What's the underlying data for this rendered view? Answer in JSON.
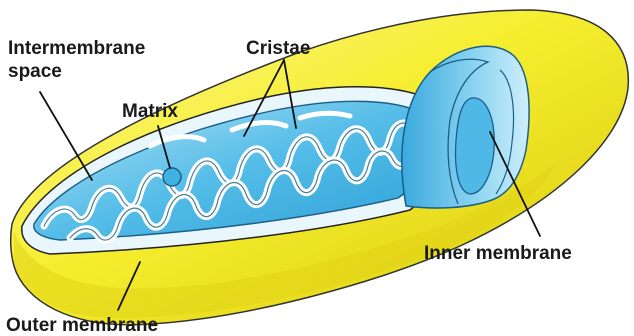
{
  "labels": {
    "intermembrane_line1": "Intermembrane",
    "intermembrane_line2": "space",
    "cristae": "Cristae",
    "matrix": "Matrix",
    "inner_membrane": "Inner membrane",
    "outer_membrane": "Outer membrane"
  },
  "colors": {
    "outer_membrane": "#f5ee2e",
    "outer_membrane_shadow": "#d9cc10",
    "inner_compartment": "#3fb2e4",
    "inner_compartment_light": "#8fd6f2",
    "intermembrane_space": "#d6eef8",
    "background": "#ffffff"
  }
}
